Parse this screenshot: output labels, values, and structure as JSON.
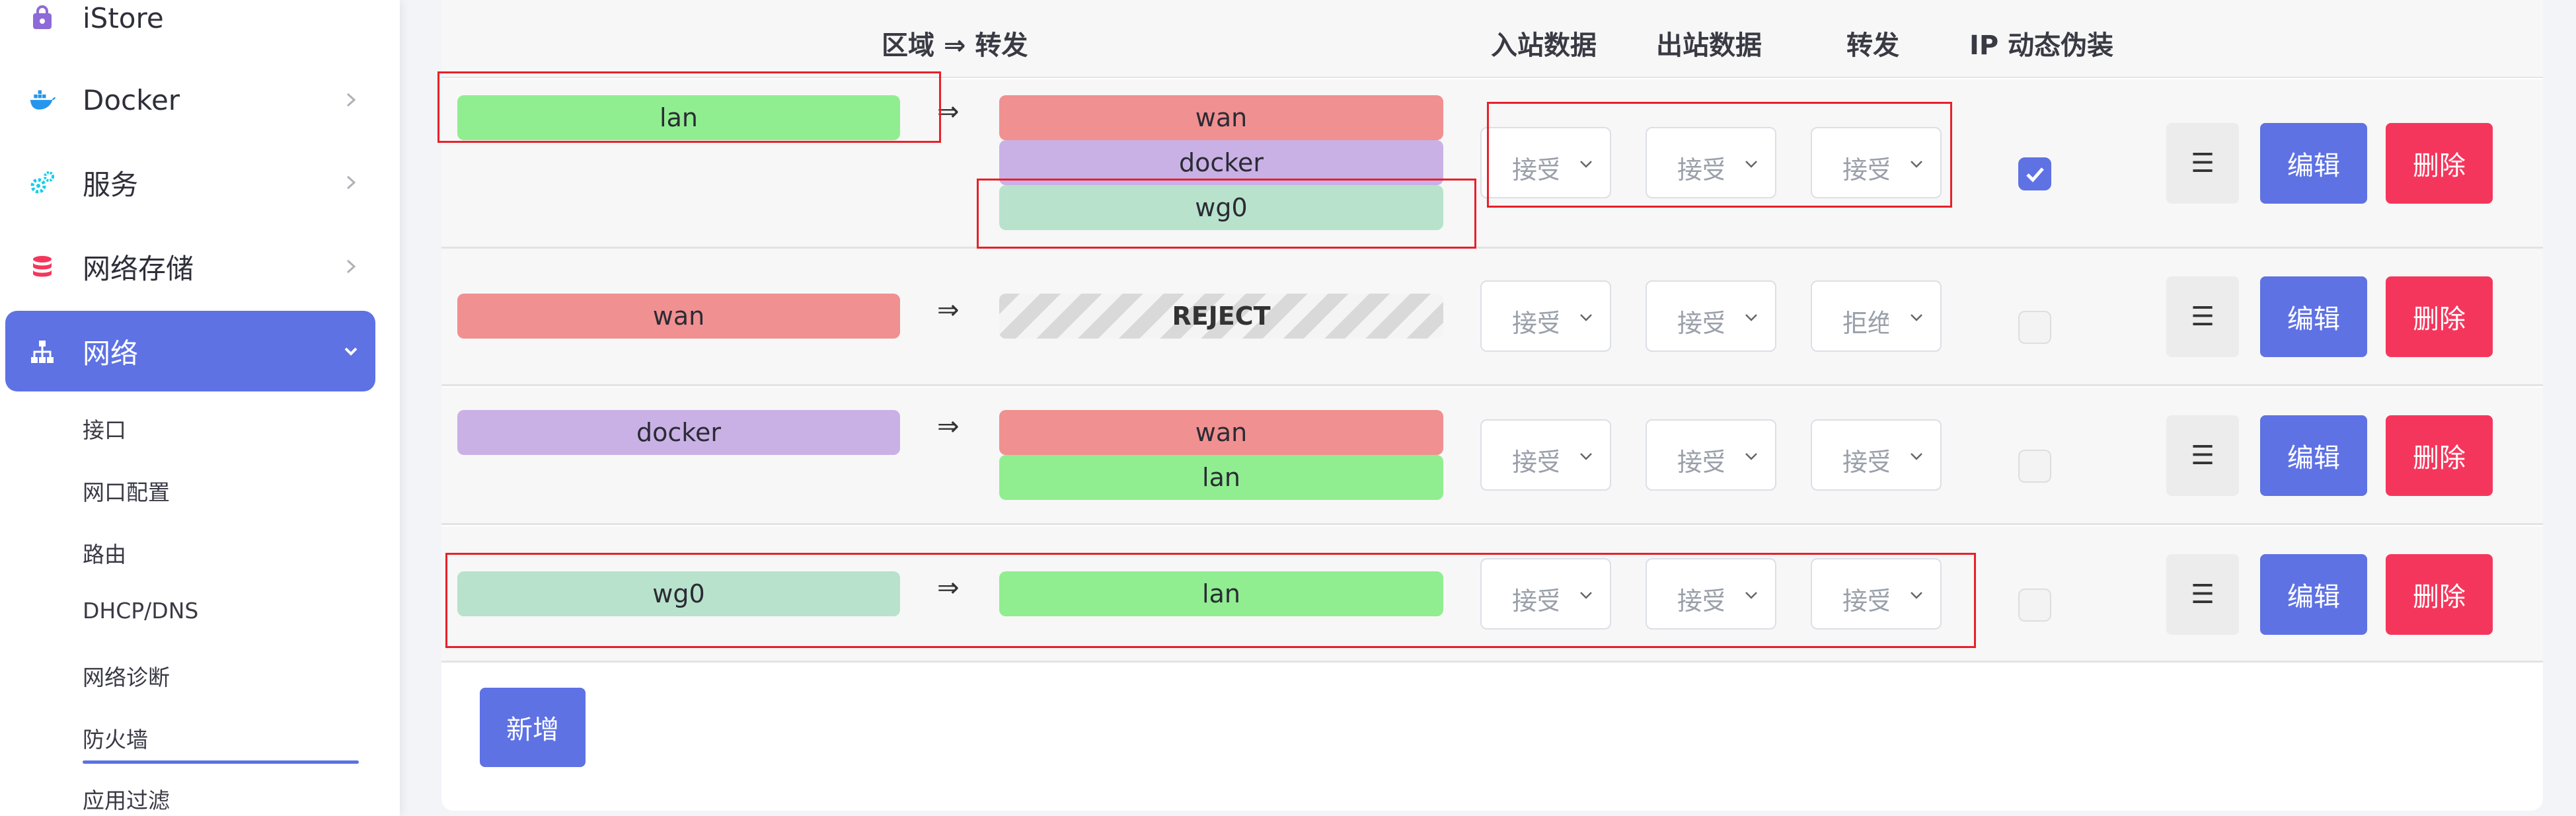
{
  "sidebar": {
    "items": [
      {
        "label": "iStore",
        "icon": "bag-icon",
        "color": "#8e6ad8"
      },
      {
        "label": "Docker",
        "icon": "docker-icon",
        "color": "#2496ed"
      },
      {
        "label": "服务",
        "icon": "gears-icon",
        "color": "#11cdef"
      },
      {
        "label": "网络存储",
        "icon": "database-icon",
        "color": "#f5365c"
      },
      {
        "label": "网络",
        "icon": "network-icon",
        "color": "#ffffff"
      }
    ],
    "submenu": [
      "接口",
      "网口配置",
      "路由",
      "DHCP/DNS",
      "网络诊断",
      "防火墙",
      "应用过滤"
    ],
    "active_submenu": "防火墙"
  },
  "table": {
    "headers": {
      "zone_forward": "区域 ⇒ 转发",
      "input": "入站数据",
      "output": "出站数据",
      "forward": "转发",
      "masq": "IP 动态伪装"
    },
    "arrow": "⇒",
    "rows": [
      {
        "zone": "lan",
        "targets": [
          "wan",
          "docker",
          "wg0"
        ],
        "input": "接受",
        "output": "接受",
        "forward": "接受",
        "masq": true
      },
      {
        "zone": "wan",
        "targets": [
          "REJECT"
        ],
        "input": "接受",
        "output": "接受",
        "forward": "拒绝",
        "masq": false
      },
      {
        "zone": "docker",
        "targets": [
          "wan",
          "lan"
        ],
        "input": "接受",
        "output": "接受",
        "forward": "接受",
        "masq": false
      },
      {
        "zone": "wg0",
        "targets": [
          "lan"
        ],
        "input": "接受",
        "output": "接受",
        "forward": "接受",
        "masq": false
      }
    ]
  },
  "buttons": {
    "menu": "☰",
    "edit": "编辑",
    "delete": "删除",
    "add": "新增"
  },
  "colors": {
    "accent": "#5e72e4",
    "danger": "#f5365c",
    "zone_lan": "#90ee90",
    "zone_wan": "#f09090",
    "zone_docker": "#c9b1e6",
    "zone_wg0": "#b8e2cc",
    "highlight": "#e8202a"
  }
}
